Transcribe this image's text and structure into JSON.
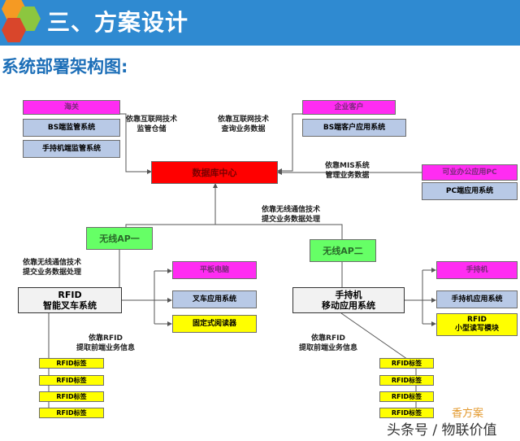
{
  "header": {
    "title": "三、方案设计"
  },
  "subtitle": "系统部署架构图:",
  "nodes": {
    "customs": "海关",
    "bs_customs": "BS端监管系统",
    "handheld_customs": "手持机端监管系统",
    "enterprise_client": "企业客户",
    "bs_client": "BS端客户应用系统",
    "data_center": "数据库中心",
    "office_pc": "可业办公应用PC",
    "pc_app": "PC端应用系统",
    "ap1": "无线AP一",
    "ap2": "无线AP二",
    "rfid_forklift_1": "RFID",
    "rfid_forklift_2": "智能叉车系统",
    "tablet": "平板电脑",
    "forklift_app": "叉车应用系统",
    "fixed_reader": "固定式阅读器",
    "handheld_mobile_1": "手持机",
    "handheld_mobile_2": "移动应用系统",
    "handheld": "手持机",
    "handheld_app": "手持机应用系统",
    "rfid_module_1": "RFID",
    "rfid_module_2": "小型读写模块",
    "rfid_tag": "RFID标签"
  },
  "notes": {
    "customs_link_1": "依靠互联网技术",
    "customs_link_2": "监管仓储",
    "client_link_1": "依靠互联网技术",
    "client_link_2": "查询业务数据",
    "mis_link_1": "依靠MIS系统",
    "mis_link_2": "管理业务数据",
    "wireless_top_1": "依靠无线通信技术",
    "wireless_top_2": "提交业务数据处理",
    "wireless_left_1": "依靠无线通信技术",
    "wireless_left_2": "提交业务数据处理",
    "rfid_left_1": "依靠RFID",
    "rfid_left_2": "提取前端业务信息",
    "rfid_right_1": "依靠RFID",
    "rfid_right_2": "提取前端业务信息"
  },
  "watermark": {
    "line1": "香方案",
    "line2": "头条号 / 物联价值"
  },
  "colors": {
    "header_bg": "#2f8ad1",
    "pink": "#ff2cf2",
    "blue": "#b8c9e6",
    "red": "#ff0000",
    "green": "#66ff66",
    "yellow": "#ffff00",
    "line": "#555555"
  }
}
